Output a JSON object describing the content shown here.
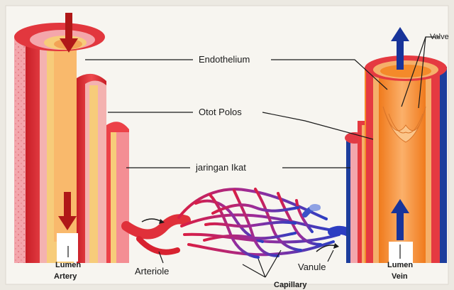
{
  "labels": {
    "endothelium": "Endothelium",
    "otot_polos": "Otot Polos",
    "jaringan_ikat": "jaringan Ikat",
    "valve": "Valve",
    "lumen_artery": "Lumen",
    "artery": "Artery",
    "arteriole": "Arteriole",
    "capillary": "Capillary",
    "vanule": "Vanule",
    "lumen_vein": "Lumen",
    "vein": "Vein"
  },
  "colors": {
    "background": "#ece9e2",
    "frame": "#f7f5f0",
    "artery_outer": "#e8343c",
    "artery_pink": "#f09aa0",
    "muscle_orange": "#f48a2a",
    "endothelium_yellow": "#f6c46a",
    "vein_blue": "#1d3d9c",
    "capillary_purple": "#7a3aa0",
    "arrow_red": "#b01818",
    "arrow_blue": "#18349a"
  }
}
